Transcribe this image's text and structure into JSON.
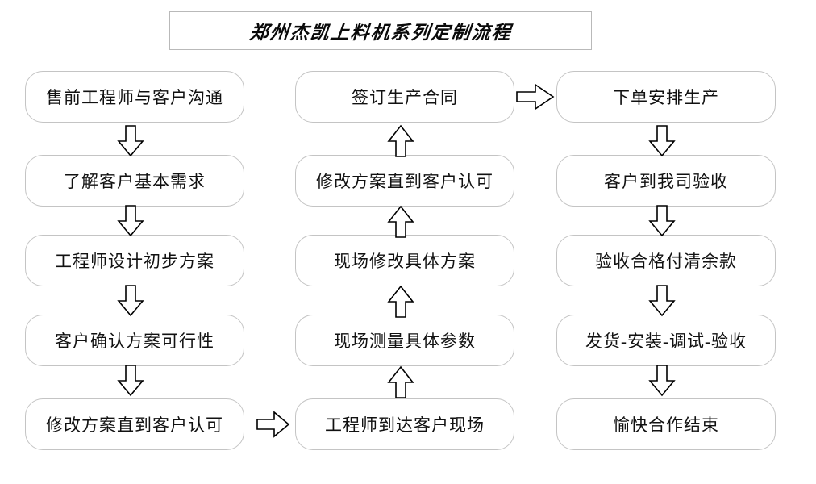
{
  "title": {
    "text": "郑州杰凯上料机系列定制流程"
  },
  "diagram": {
    "type": "flowchart",
    "columns": [
      {
        "id": "column-left",
        "nodes": [
          {
            "id": "node-presale-communication",
            "label": "售前工程师与客户沟通"
          },
          {
            "id": "node-understand-needs",
            "label": "了解客户基本需求"
          },
          {
            "id": "node-initial-design",
            "label": "工程师设计初步方案"
          },
          {
            "id": "node-confirm-feasibility",
            "label": "客户确认方案可行性"
          },
          {
            "id": "node-revise-until-approved",
            "label": "修改方案直到客户认可"
          }
        ]
      },
      {
        "id": "column-middle",
        "nodes": [
          {
            "id": "node-sign-contract",
            "label": "签订生产合同"
          },
          {
            "id": "node-revise-until-approved-2",
            "label": "修改方案直到客户认可"
          },
          {
            "id": "node-onsite-revise-plan",
            "label": "现场修改具体方案"
          },
          {
            "id": "node-onsite-measure",
            "label": "现场测量具体参数"
          },
          {
            "id": "node-engineer-arrives",
            "label": "工程师到达客户现场"
          }
        ]
      },
      {
        "id": "column-right",
        "nodes": [
          {
            "id": "node-place-order-production",
            "label": "下单安排生产"
          },
          {
            "id": "node-customer-inspection",
            "label": "客户到我司验收"
          },
          {
            "id": "node-pay-balance",
            "label": "验收合格付清余款"
          },
          {
            "id": "node-ship-install-debug",
            "label": "发货-安装-调试-验收"
          },
          {
            "id": "node-cooperation-end",
            "label": "愉快合作结束"
          }
        ]
      }
    ],
    "connectors": [
      {
        "id": "arrow-left-1-2",
        "direction": "down",
        "from": "node-presale-communication",
        "to": "node-understand-needs"
      },
      {
        "id": "arrow-left-2-3",
        "direction": "down",
        "from": "node-understand-needs",
        "to": "node-initial-design"
      },
      {
        "id": "arrow-left-3-4",
        "direction": "down",
        "from": "node-initial-design",
        "to": "node-confirm-feasibility"
      },
      {
        "id": "arrow-left-4-5",
        "direction": "down",
        "from": "node-confirm-feasibility",
        "to": "node-revise-until-approved"
      },
      {
        "id": "arrow-left-to-middle",
        "direction": "right",
        "from": "node-revise-until-approved",
        "to": "node-engineer-arrives"
      },
      {
        "id": "arrow-middle-5-4",
        "direction": "up",
        "from": "node-engineer-arrives",
        "to": "node-onsite-measure"
      },
      {
        "id": "arrow-middle-4-3",
        "direction": "up",
        "from": "node-onsite-measure",
        "to": "node-onsite-revise-plan"
      },
      {
        "id": "arrow-middle-3-2",
        "direction": "up",
        "from": "node-onsite-revise-plan",
        "to": "node-revise-until-approved-2"
      },
      {
        "id": "arrow-middle-2-1",
        "direction": "up",
        "from": "node-revise-until-approved-2",
        "to": "node-sign-contract"
      },
      {
        "id": "arrow-middle-to-right",
        "direction": "right",
        "from": "node-sign-contract",
        "to": "node-place-order-production"
      },
      {
        "id": "arrow-right-1-2",
        "direction": "down",
        "from": "node-place-order-production",
        "to": "node-customer-inspection"
      },
      {
        "id": "arrow-right-2-3",
        "direction": "down",
        "from": "node-customer-inspection",
        "to": "node-pay-balance"
      },
      {
        "id": "arrow-right-3-4",
        "direction": "down",
        "from": "node-pay-balance",
        "to": "node-ship-install-debug"
      },
      {
        "id": "arrow-right-4-5",
        "direction": "down",
        "from": "node-ship-install-debug",
        "to": "node-cooperation-end"
      }
    ]
  },
  "colors": {
    "background": "#ffffff",
    "node_border": "#c4c4c4",
    "title_border": "#b9b9b9",
    "text": "#111111",
    "arrow_stroke": "#000000"
  }
}
